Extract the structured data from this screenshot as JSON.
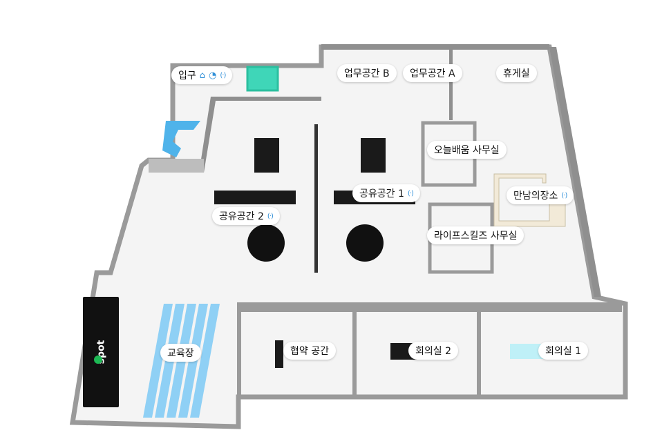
{
  "rooms": {
    "entrance": "입구",
    "workspace_b": "업무공간 B",
    "workspace_a": "업무공간 A",
    "lounge": "휴게실",
    "today_class_office": "오늘배움 사무실",
    "shared_space_1": "공유공간 1",
    "meeting_place": "만남의장소",
    "shared_space_2": "공유공간 2",
    "lifeskills_office": "라이프스킬즈 사무실",
    "education_hall": "교육장",
    "agreement_space": "협약 공간",
    "meeting_room_2": "회의실 2",
    "meeting_room_1": "회의실 1"
  },
  "branding": {
    "screen_logo": "spot"
  },
  "icons": {
    "home": "home-icon",
    "sensor": "sensor-icon",
    "wifi": "wifi-icon"
  },
  "colors": {
    "accent": "#2f8fd8",
    "wall": "#9a9a9a",
    "floor": "#f4f4f4",
    "pool": "#3fd6b8"
  }
}
